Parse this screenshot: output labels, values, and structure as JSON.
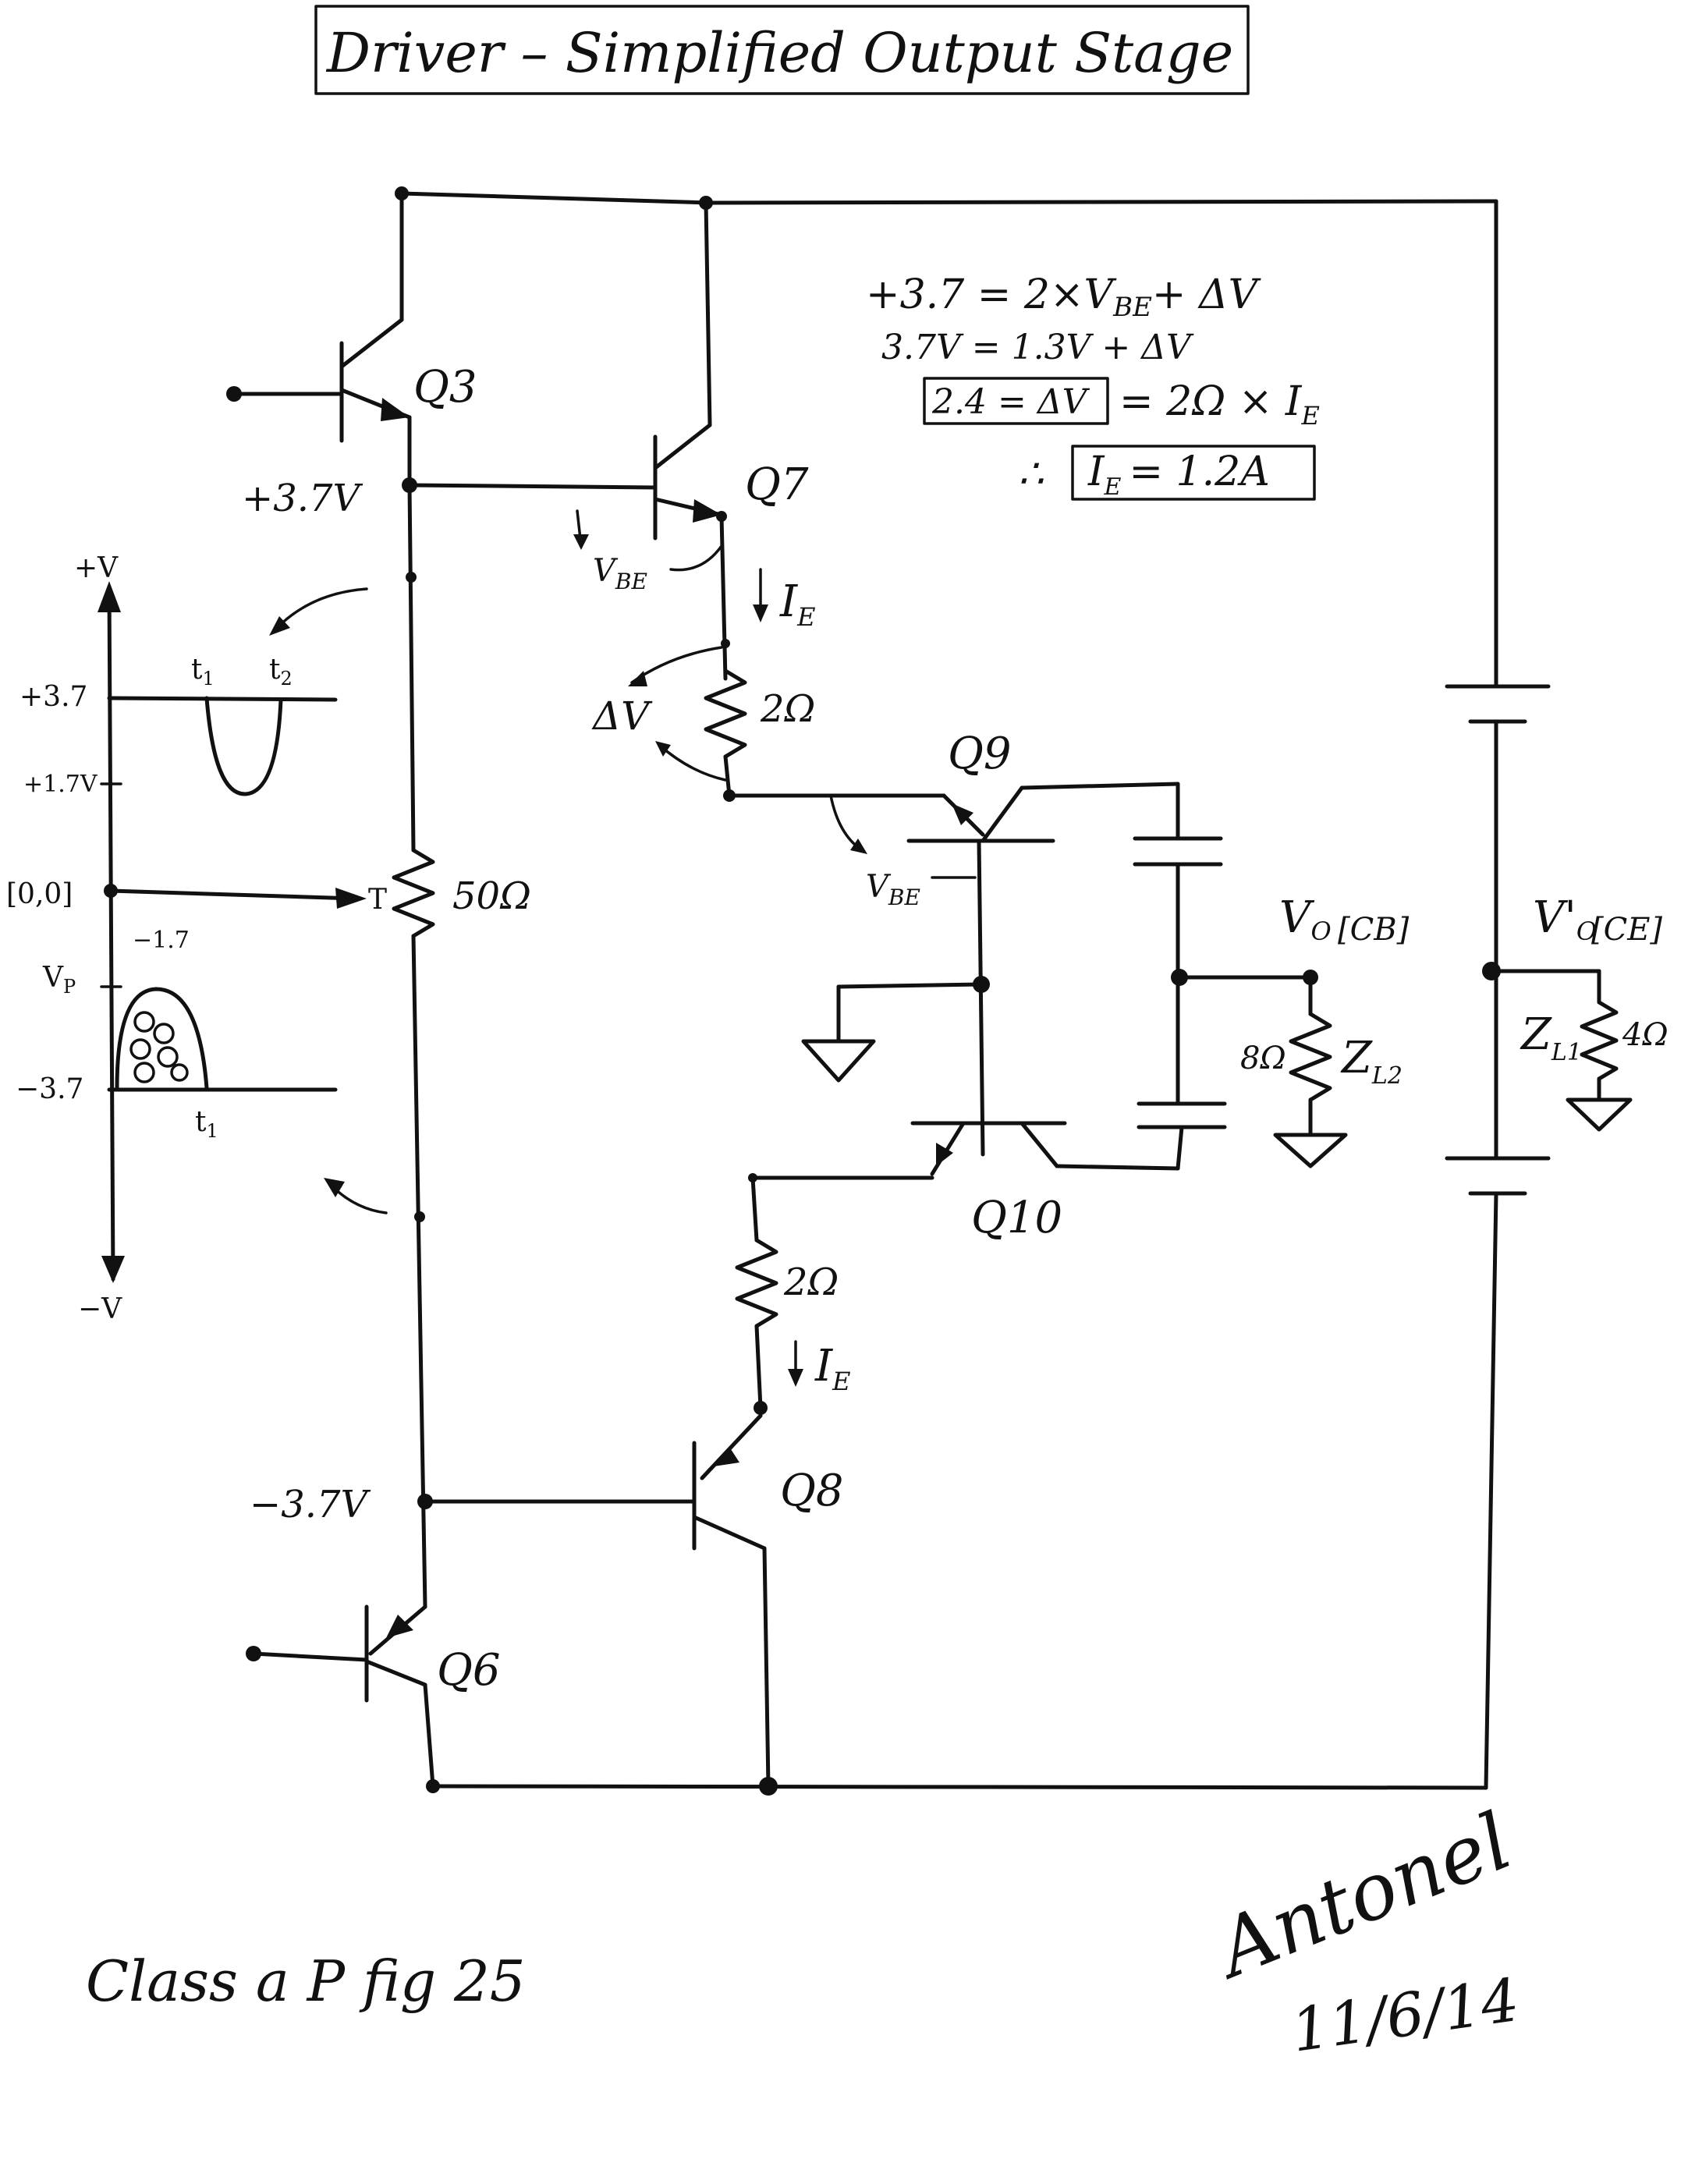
{
  "title": "Driver – Simplified Output Stage",
  "equations": {
    "line1": "+3.7 = 2×V",
    "line1_sub": "BE",
    "line1_tail": "+ ΔV",
    "line2": "3.7V = 1.3V + ΔV",
    "line3_box": "2.4 = ΔV",
    "line3_tail": "= 2Ω × I",
    "line3_sub": "E",
    "line4_prefix": "∴",
    "line4_box": "I",
    "line4_box_sub": "E",
    "line4_box_tail": "= 1.2A"
  },
  "components": {
    "q3": "Q3",
    "q7": "Q7",
    "q9": "Q9",
    "q10": "Q10",
    "q8": "Q8",
    "q6": "Q6",
    "r_q7": "2Ω",
    "r_q8": "2Ω",
    "r_mid": "50Ω",
    "r_load2": "8Ω",
    "r_load1": "4Ω",
    "zl2": "Z",
    "zl2_sub": "L2",
    "zl1": "Z",
    "zl1_sub": "L1"
  },
  "labels": {
    "plus_node": "+3.7V",
    "minus_node": "−3.7V",
    "vbe_top": "V",
    "vbe_top_sub": "BE",
    "ie_top": "I",
    "ie_top_sub": "E",
    "dv": "ΔV",
    "vbe_mid": "V",
    "vbe_mid_sub": "BE",
    "ie_bot": "I",
    "ie_bot_sub": "E",
    "vo": "V",
    "vo_sub": "O",
    "vo_tag": "[CB]",
    "vo_prime": "V'",
    "vo_prime_sub": "O",
    "vo_prime_tag": "[CE]"
  },
  "waveform": {
    "plus_v": "+V",
    "minus_v": "−V",
    "tick_p37": "+3.7",
    "tick_p17": "+1.7V",
    "origin": "[0,0]",
    "t_label": "T",
    "tick_m17": "−1.7",
    "vp": "V",
    "vp_sub": "P",
    "tick_m37": "−3.7",
    "t1_top": "t",
    "t1_top_sub": "1",
    "t2_top": "t",
    "t2_top_sub": "2",
    "t1_bot": "t",
    "t1_bot_sub": "1"
  },
  "footer": {
    "caption": "Class a P fig 25",
    "signature": "Antonel",
    "date": "11/6/14"
  }
}
